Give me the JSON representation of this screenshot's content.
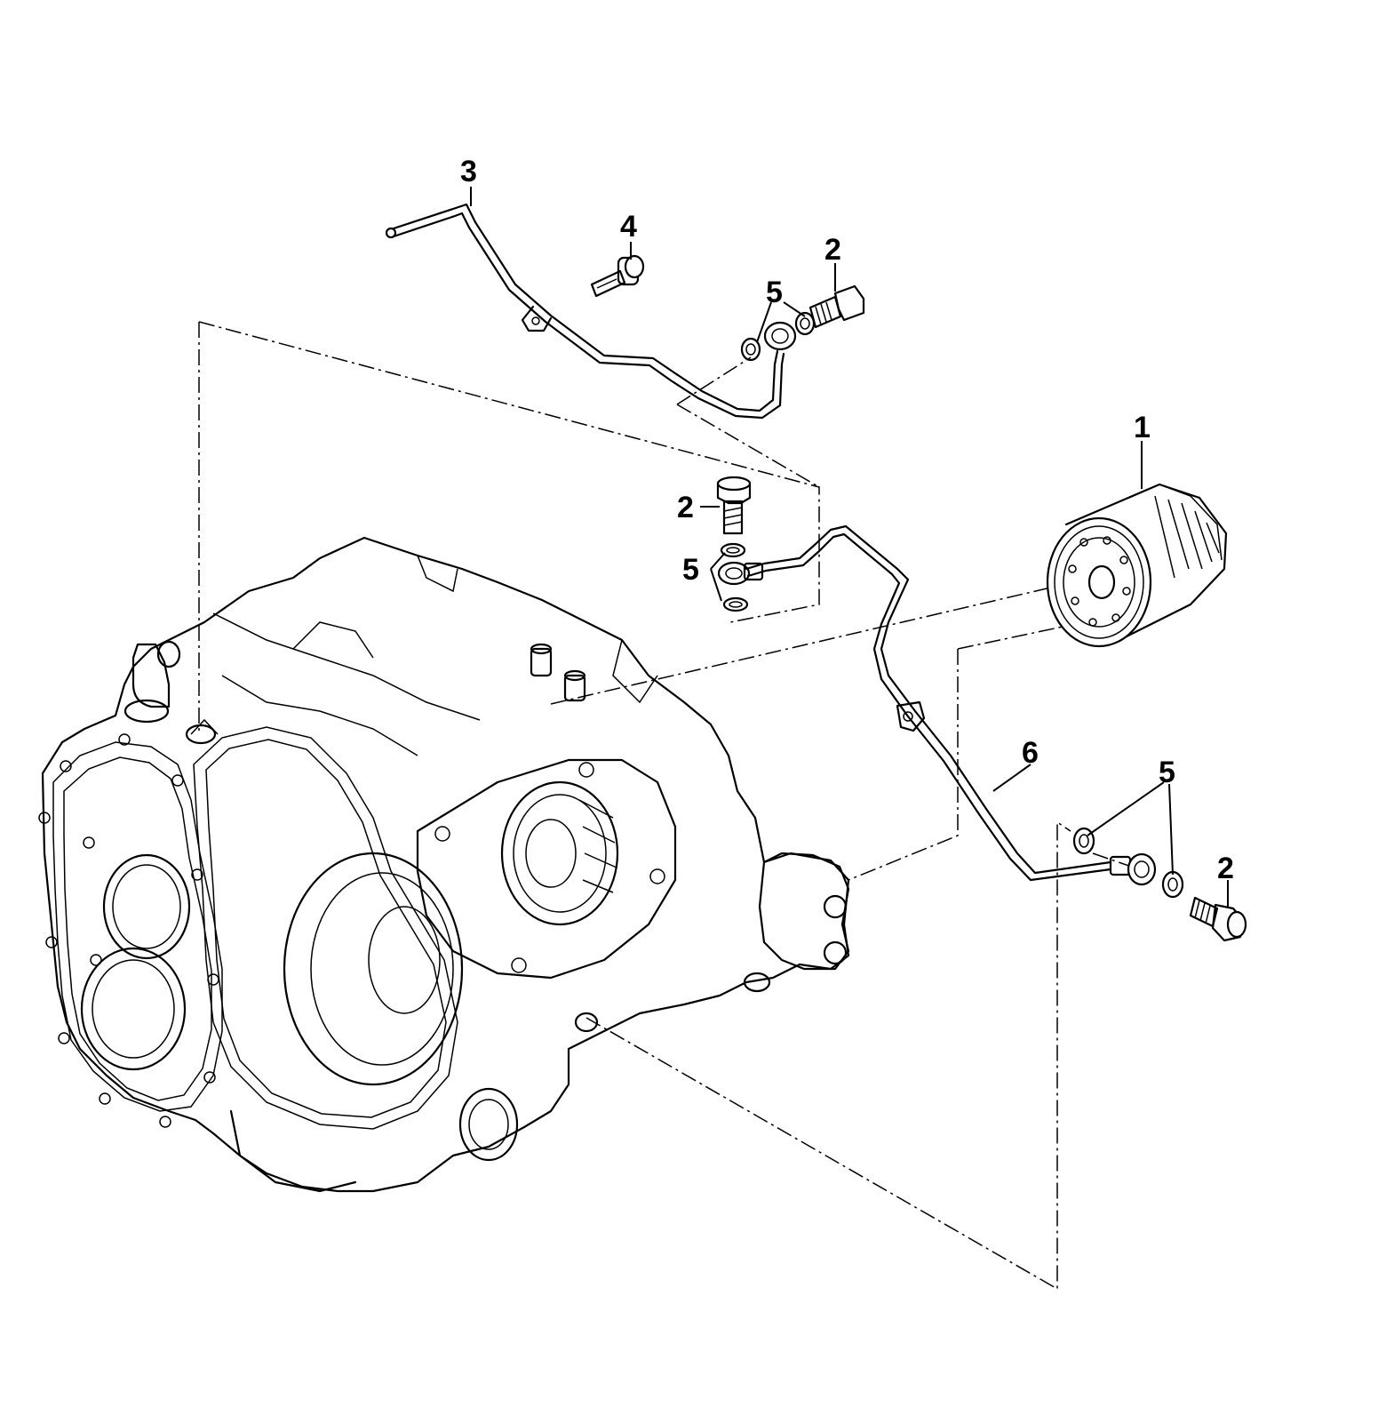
{
  "diagram": {
    "callouts": [
      {
        "id": "c3",
        "label": "3"
      },
      {
        "id": "c4",
        "label": "4"
      },
      {
        "id": "c2a",
        "label": "2"
      },
      {
        "id": "c5a",
        "label": "5"
      },
      {
        "id": "c1",
        "label": "1"
      },
      {
        "id": "c2b",
        "label": "2"
      },
      {
        "id": "c5b",
        "label": "5"
      },
      {
        "id": "c6",
        "label": "6"
      },
      {
        "id": "c5c",
        "label": "5"
      },
      {
        "id": "c2c",
        "label": "2"
      }
    ]
  }
}
